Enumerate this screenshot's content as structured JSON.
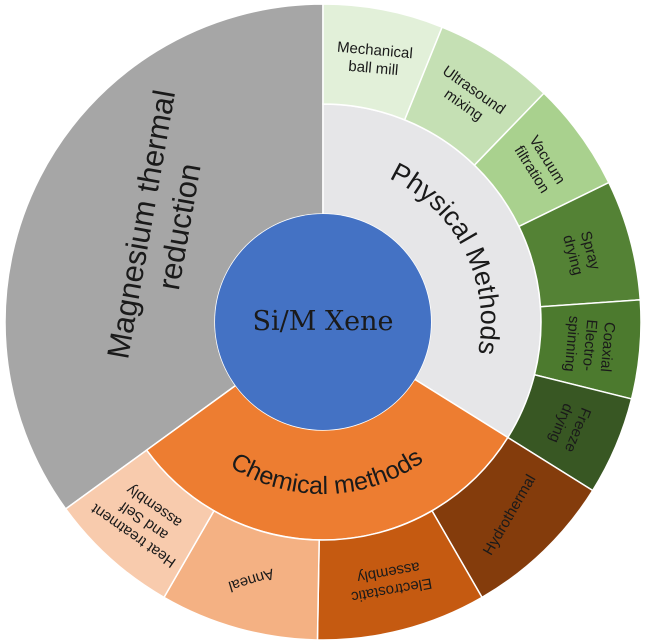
{
  "center": {
    "label": "Si/M Xene",
    "color": "#4472C4"
  },
  "categories": [
    {
      "name": "Physical Methods",
      "color": "#E6E6E8",
      "children": [
        {
          "label": "Mechanical ball mill",
          "color": "#E2F0D9"
        },
        {
          "label": "Ultrasound mixing",
          "color": "#C5E0B4"
        },
        {
          "label": "Vacuum filtration",
          "color": "#A9D18E"
        },
        {
          "label": "Spray drying",
          "color": "#548235"
        },
        {
          "label": "Coaxial Electro-spinning",
          "color": "#4C7A2E"
        },
        {
          "label": "Freeze drying",
          "color": "#385723"
        }
      ]
    },
    {
      "name": "Chemical methods",
      "color": "#ED7D31",
      "children": [
        {
          "label": "Hydrothermal",
          "color": "#843C0C"
        },
        {
          "label": "Electrostatic assembly",
          "color": "#C55A11"
        },
        {
          "label": "Anneal",
          "color": "#F4B183"
        },
        {
          "label": "Heat treatment and Self assembly",
          "color": "#F8CBAD"
        }
      ]
    },
    {
      "name": "Magnesium thermal reduction",
      "color": "#A6A6A6",
      "children": []
    }
  ]
}
